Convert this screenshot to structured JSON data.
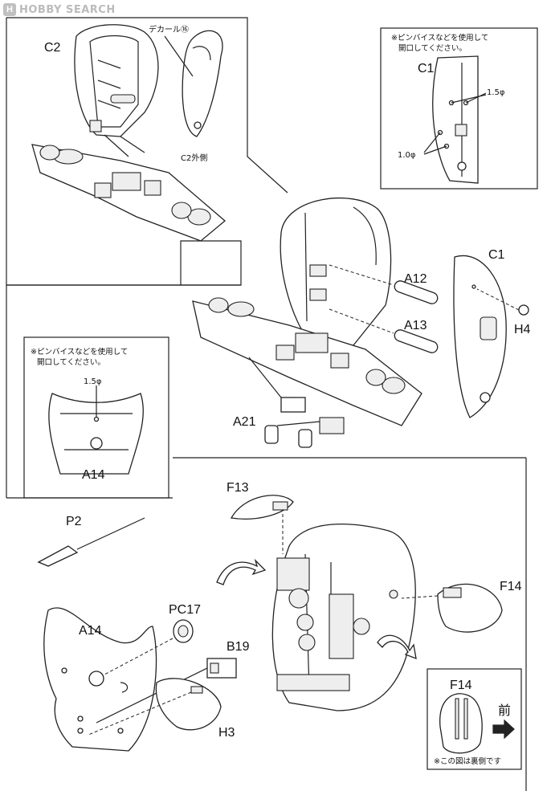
{
  "watermark": {
    "icon": "H",
    "text": "HOBBY SEARCH"
  },
  "section_top_left": {
    "part_c2": "C2",
    "decal": "デカール⑯",
    "c2_outside": "C2外側"
  },
  "inset_c1": {
    "note_line1": "※ピンバイスなどを使用して",
    "note_line2": "開口してください。",
    "part": "C1",
    "hole_large": "1.5φ",
    "hole_small": "1.0φ"
  },
  "section_mid": {
    "a12": "A12",
    "a13": "A13",
    "c1": "C1",
    "h4": "H4",
    "a21": "A21"
  },
  "inset_a14": {
    "note_line1": "※ピンバイスなどを使用して",
    "note_line2": "開口してください。",
    "hole": "1.5φ",
    "part": "A14"
  },
  "section_bottom": {
    "f13": "F13",
    "p2": "P2",
    "a14": "A14",
    "pc17": "PC17",
    "b19": "B19",
    "h3": "H3",
    "f14": "F14"
  },
  "inset_f14": {
    "part": "F14",
    "front": "前",
    "note": "※この図は裏側です"
  }
}
